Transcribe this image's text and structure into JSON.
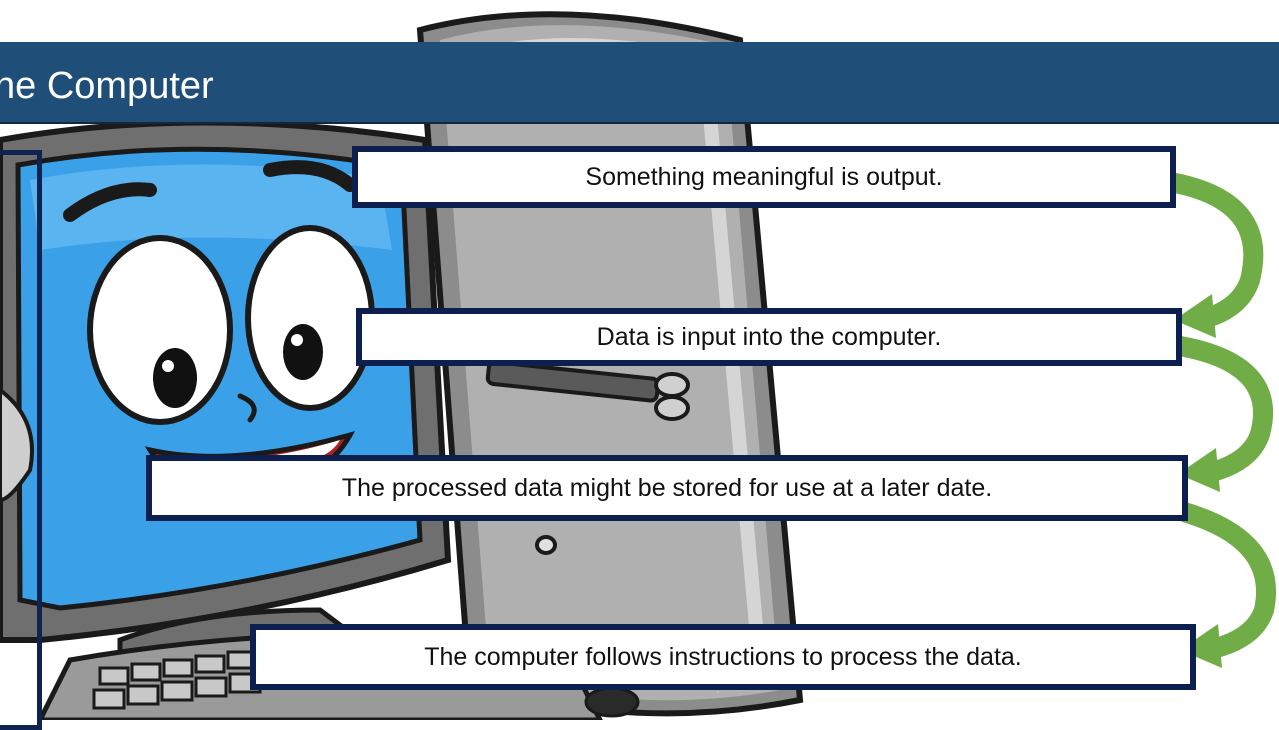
{
  "title": "he Computer",
  "steps": {
    "output": "Something meaningful is output.",
    "input": "Data is input into the computer.",
    "store": "The processed data might be stored for use at a later date.",
    "process": "The computer follows instructions to process the data."
  },
  "colors": {
    "title_bar": "#1f4e79",
    "box_border": "#0d1f4f",
    "arrow_green": "#70ad47",
    "screen_blue": "#3aa0e8"
  },
  "icons": [
    "cartoon-computer-illustration",
    "curved-arrow-icon"
  ]
}
